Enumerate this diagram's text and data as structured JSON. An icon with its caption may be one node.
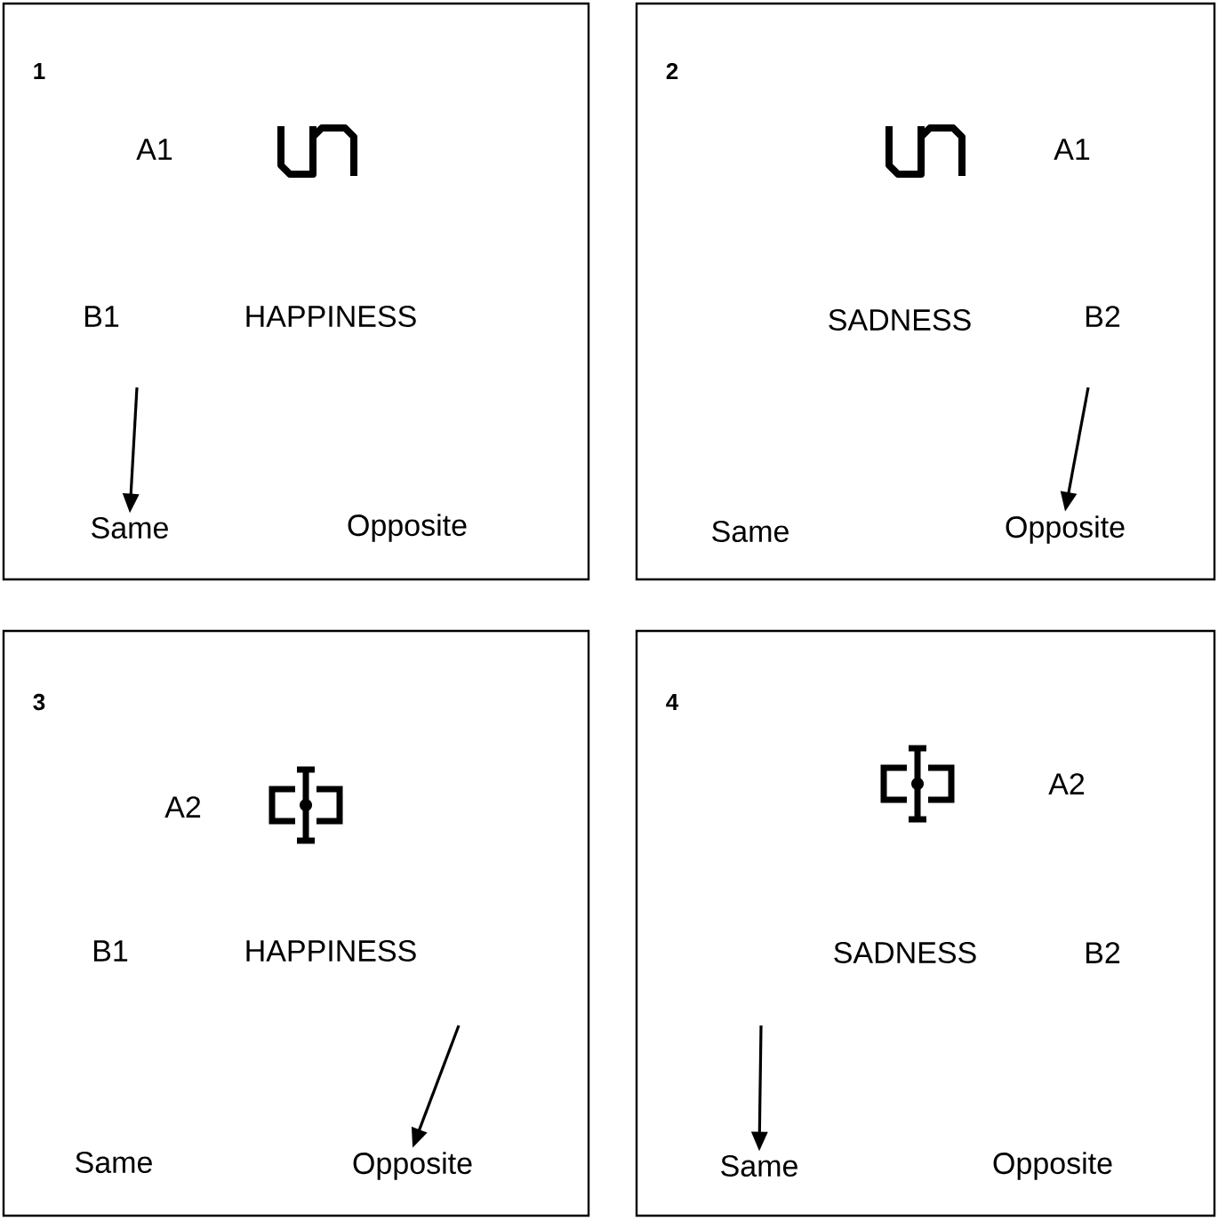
{
  "diagram": {
    "nodes": [
      {
        "text": [
          "1"
        ]
      },
      {
        "text": [
          "Same"
        ],
        "in": 0
      },
      {
        "text": [
          "Opposite"
        ],
        "in": 0
      },
      {
        "text": [
          "2"
        ]
      },
      {
        "text": [
          "Same"
        ],
        "in": 3
      },
      {
        "text": [
          "Opposite"
        ],
        "in": 3
      },
      {
        "text": [
          "3"
        ]
      },
      {
        "text": [
          "Same"
        ],
        "in": 6
      },
      {
        "text": [
          "Opposite"
        ],
        "in": 6
      },
      {
        "text": [
          "4"
        ]
      },
      {
        "text": [
          "Same"
        ],
        "in": 9
      },
      {
        "text": [
          "Opposite"
        ],
        "in": 9
      }
    ],
    "edges": [
      {
        "from": null,
        "to": 1,
        "arrow": "to"
      },
      {
        "from": null,
        "to": 5,
        "arrow": "to"
      },
      {
        "from": null,
        "to": 8,
        "arrow": "to"
      },
      {
        "from": null,
        "to": 10,
        "arrow": "to"
      }
    ],
    "labels": [
      "A1",
      "B1",
      "HAPPINESS",
      "A1",
      "SADNESS",
      "B2",
      "A2",
      "B1",
      "HAPPINESS",
      "A2",
      "SADNESS",
      "B2"
    ]
  }
}
